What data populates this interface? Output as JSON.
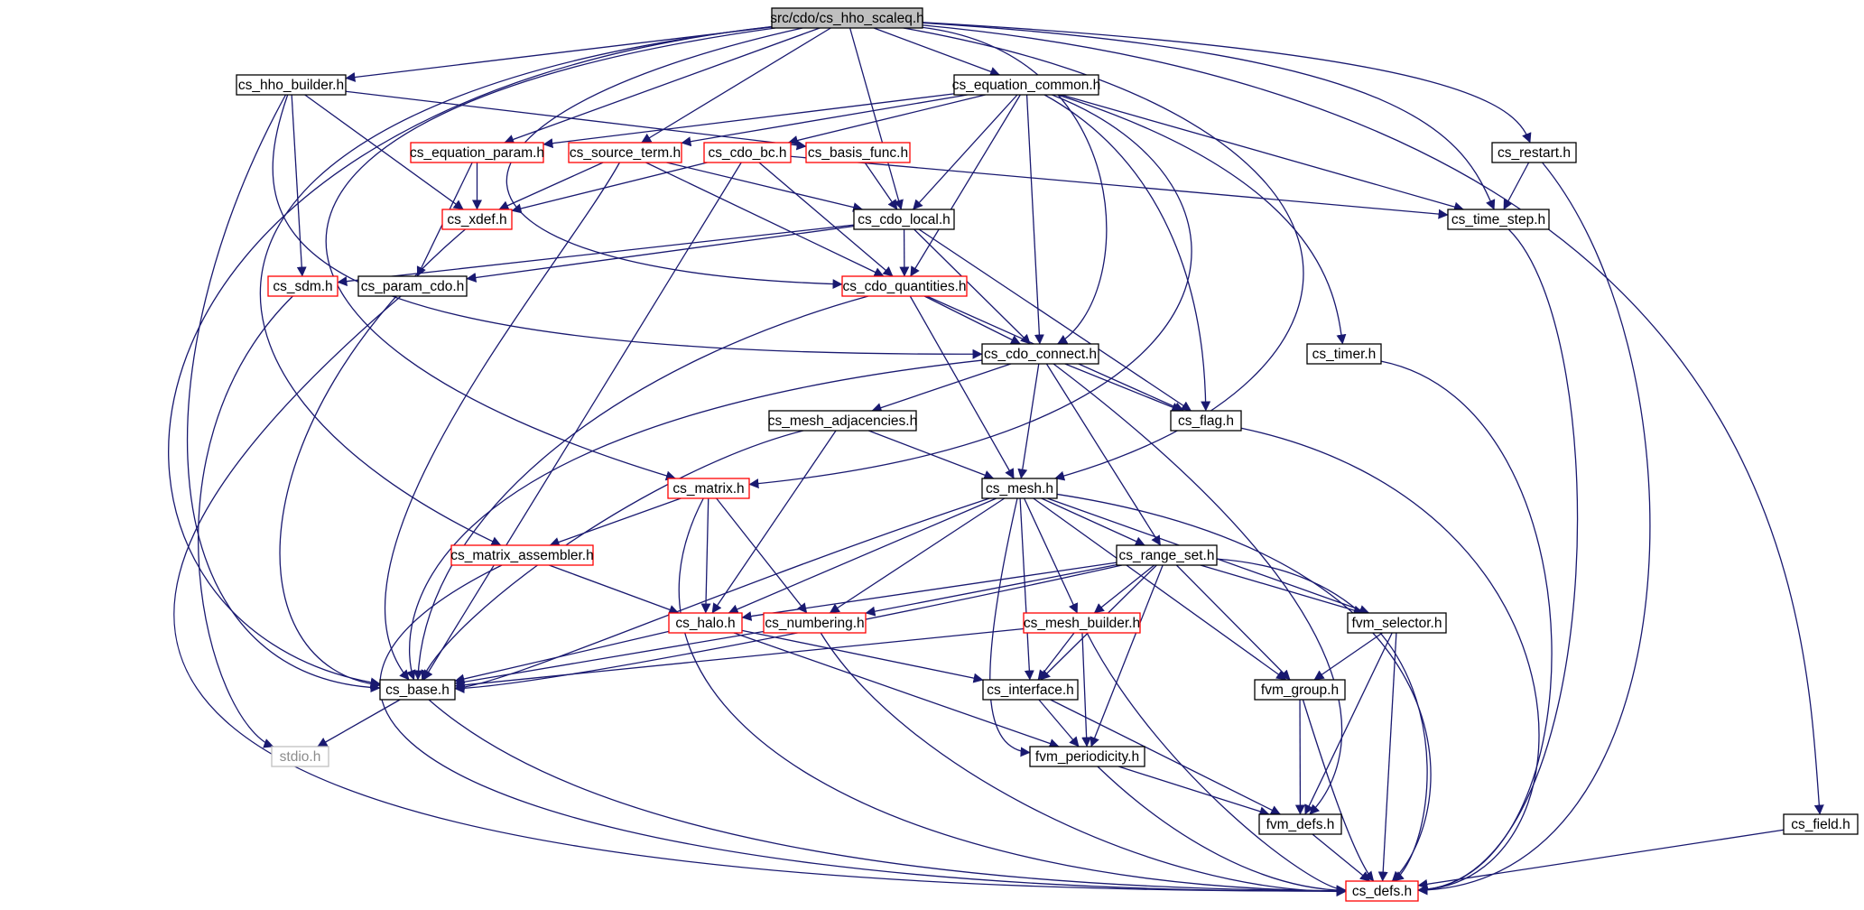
{
  "colors": {
    "edge": "#191970",
    "border_normal": "#000000",
    "border_red": "#ff0000",
    "border_gray": "#bfbfbf",
    "fill_root": "#bfbfbf",
    "fill": "#ffffff"
  },
  "nodes": [
    {
      "id": "root",
      "label": "src/cdo/cs_hho_scaleq.h",
      "kind": "root"
    },
    {
      "id": "hho_builder",
      "label": "cs_hho_builder.h",
      "kind": "normal"
    },
    {
      "id": "eq_common",
      "label": "cs_equation_common.h",
      "kind": "normal"
    },
    {
      "id": "eq_param",
      "label": "cs_equation_param.h",
      "kind": "red"
    },
    {
      "id": "source_term",
      "label": "cs_source_term.h",
      "kind": "red"
    },
    {
      "id": "cdo_bc",
      "label": "cs_cdo_bc.h",
      "kind": "red"
    },
    {
      "id": "basis_func",
      "label": "cs_basis_func.h",
      "kind": "red"
    },
    {
      "id": "restart",
      "label": "cs_restart.h",
      "kind": "normal"
    },
    {
      "id": "xdef",
      "label": "cs_xdef.h",
      "kind": "red"
    },
    {
      "id": "cdo_local",
      "label": "cs_cdo_local.h",
      "kind": "normal"
    },
    {
      "id": "time_step",
      "label": "cs_time_step.h",
      "kind": "normal"
    },
    {
      "id": "sdm",
      "label": "cs_sdm.h",
      "kind": "red"
    },
    {
      "id": "param_cdo",
      "label": "cs_param_cdo.h",
      "kind": "normal"
    },
    {
      "id": "cdo_quant",
      "label": "cs_cdo_quantities.h",
      "kind": "red"
    },
    {
      "id": "cdo_connect",
      "label": "cs_cdo_connect.h",
      "kind": "normal"
    },
    {
      "id": "timer",
      "label": "cs_timer.h",
      "kind": "normal"
    },
    {
      "id": "mesh_adj",
      "label": "cs_mesh_adjacencies.h",
      "kind": "normal"
    },
    {
      "id": "flag",
      "label": "cs_flag.h",
      "kind": "normal"
    },
    {
      "id": "matrix",
      "label": "cs_matrix.h",
      "kind": "red"
    },
    {
      "id": "mesh",
      "label": "cs_mesh.h",
      "kind": "normal"
    },
    {
      "id": "matrix_asm",
      "label": "cs_matrix_assembler.h",
      "kind": "red"
    },
    {
      "id": "range_set",
      "label": "cs_range_set.h",
      "kind": "normal"
    },
    {
      "id": "halo",
      "label": "cs_halo.h",
      "kind": "red"
    },
    {
      "id": "numbering",
      "label": "cs_numbering.h",
      "kind": "red"
    },
    {
      "id": "mesh_builder",
      "label": "cs_mesh_builder.h",
      "kind": "red"
    },
    {
      "id": "fvm_selector",
      "label": "fvm_selector.h",
      "kind": "normal"
    },
    {
      "id": "base",
      "label": "cs_base.h",
      "kind": "normal"
    },
    {
      "id": "interface",
      "label": "cs_interface.h",
      "kind": "normal"
    },
    {
      "id": "fvm_group",
      "label": "fvm_group.h",
      "kind": "normal"
    },
    {
      "id": "stdio",
      "label": "stdio.h",
      "kind": "gray"
    },
    {
      "id": "fvm_period",
      "label": "fvm_periodicity.h",
      "kind": "normal"
    },
    {
      "id": "fvm_defs",
      "label": "fvm_defs.h",
      "kind": "normal"
    },
    {
      "id": "field",
      "label": "cs_field.h",
      "kind": "normal"
    },
    {
      "id": "defs",
      "label": "cs_defs.h",
      "kind": "red"
    }
  ]
}
